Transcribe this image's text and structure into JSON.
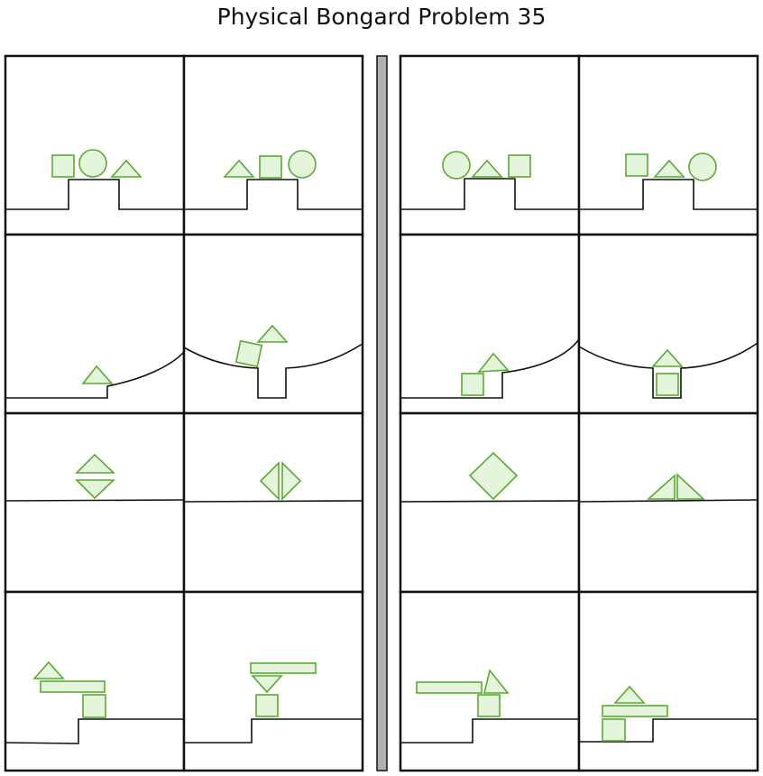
{
  "title": "Physical Bongard Problem 35",
  "colors": {
    "shape_fill": "#e4f5dc",
    "shape_stroke": "#5aaa32",
    "frame": "#111111",
    "divider": "#b0b0b0"
  },
  "left_side": {
    "rows": [
      {
        "panels": [
          {
            "shapes": [
              "square",
              "circle",
              "triangle"
            ]
          },
          {
            "shapes": [
              "triangle",
              "square",
              "circle"
            ]
          }
        ]
      },
      {
        "panels": [
          {
            "shapes": [
              "triangle"
            ]
          },
          {
            "shapes": [
              "square",
              "triangle"
            ]
          }
        ]
      },
      {
        "panels": [
          {
            "shapes": [
              "triangle",
              "triangle"
            ]
          },
          {
            "shapes": [
              "triangle",
              "triangle"
            ]
          }
        ]
      },
      {
        "panels": [
          {
            "shapes": [
              "triangle",
              "rectangle",
              "square"
            ]
          },
          {
            "shapes": [
              "rectangle",
              "triangle",
              "square"
            ]
          }
        ]
      }
    ]
  },
  "right_side": {
    "rows": [
      {
        "panels": [
          {
            "shapes": [
              "circle",
              "triangle",
              "square"
            ]
          },
          {
            "shapes": [
              "square",
              "triangle",
              "circle"
            ]
          }
        ]
      },
      {
        "panels": [
          {
            "shapes": [
              "square",
              "triangle"
            ]
          },
          {
            "shapes": [
              "triangle",
              "square"
            ]
          }
        ]
      },
      {
        "panels": [
          {
            "shapes": [
              "diamond"
            ]
          },
          {
            "shapes": [
              "triangle",
              "triangle"
            ]
          }
        ]
      },
      {
        "panels": [
          {
            "shapes": [
              "rectangle",
              "triangle",
              "square"
            ]
          },
          {
            "shapes": [
              "triangle",
              "rectangle",
              "square"
            ]
          }
        ]
      }
    ]
  }
}
